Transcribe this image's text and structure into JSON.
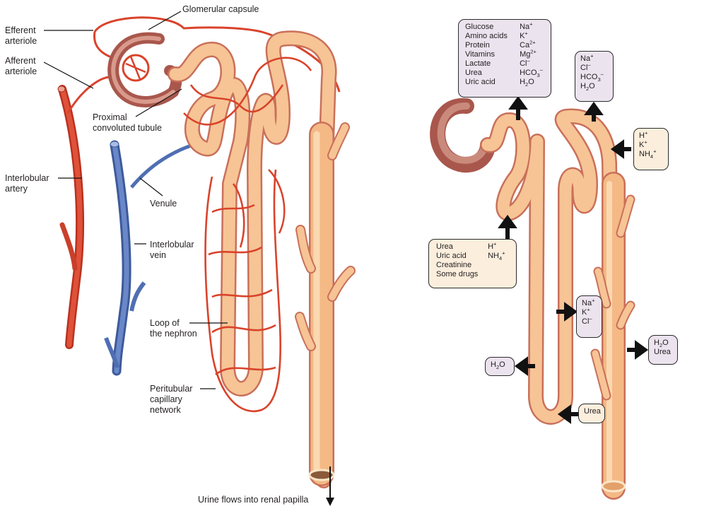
{
  "left_panel": {
    "labels": {
      "glomerular_capsule": "Glomerular capsule",
      "efferent_arteriole": "Efferent\narteriole",
      "afferent_arteriole": "Afferent\narteriole",
      "proximal_convoluted_tubule": "Proximal\nconvoluted tubule",
      "interlobular_artery": "Interlobular\nartery",
      "venule": "Venule",
      "interlobular_vein": "Interlobular\nvein",
      "loop_of_nephron": "Loop of\nthe nephron",
      "peritubular_capillary_network": "Peritubular\ncapillary\nnetwork",
      "urine_flow": "Urine flows into renal papilla"
    }
  },
  "right_panel": {
    "pct_reabsorbed": {
      "direction": "reabsorption",
      "col1": [
        "Glucose",
        "Amino acids",
        "Protein",
        "Vitamins",
        "Lactate",
        "Urea",
        "Uric acid"
      ],
      "col2": [
        {
          "base": "Na",
          "sup": "+"
        },
        {
          "base": "K",
          "sup": "+"
        },
        {
          "base": "Ca",
          "sup": "2+"
        },
        {
          "base": "Mg",
          "sup": "2+"
        },
        {
          "base": "Cl",
          "sup": "–"
        },
        {
          "base": "HCO",
          "sub": "3",
          "sup": "–"
        },
        {
          "base": "H",
          "sub": "2",
          "tail": "O"
        }
      ]
    },
    "pct_secreted": {
      "direction": "secretion",
      "col1": [
        "Urea",
        "Uric acid",
        "Creatinine",
        "Some drugs"
      ],
      "col2": [
        {
          "base": "H",
          "sup": "+"
        },
        {
          "base": "NH",
          "sub": "4",
          "sup": "+"
        }
      ]
    },
    "dct_reabsorbed": {
      "direction": "reabsorption",
      "items": [
        {
          "base": "Na",
          "sup": "+"
        },
        {
          "base": "Cl",
          "sup": "–"
        },
        {
          "base": "HCO",
          "sub": "3",
          "sup": "–"
        },
        {
          "base": "H",
          "sub": "2",
          "tail": "O"
        }
      ]
    },
    "dct_secreted": {
      "direction": "secretion",
      "items": [
        {
          "base": "H",
          "sup": "+"
        },
        {
          "base": "K",
          "sup": "+"
        },
        {
          "base": "NH",
          "sub": "4",
          "sup": "+"
        }
      ]
    },
    "ascending_limb_out": {
      "direction": "reabsorption",
      "items": [
        {
          "base": "Na",
          "sup": "+"
        },
        {
          "base": "K",
          "sup": "+"
        },
        {
          "base": "Cl",
          "sup": "–"
        }
      ]
    },
    "descending_limb_out": {
      "direction": "reabsorption",
      "items": [
        {
          "base": "H",
          "sub": "2",
          "tail": "O"
        }
      ]
    },
    "loop_urea_in": {
      "direction": "secretion",
      "items": [
        {
          "base": "Urea"
        }
      ]
    },
    "collecting_duct_out": {
      "direction": "reabsorption",
      "items": [
        {
          "base": "H",
          "sub": "2",
          "tail": "O"
        },
        {
          "base": "Urea"
        }
      ]
    }
  },
  "colors": {
    "artery": "#d9432b",
    "vein": "#4f6fb3",
    "tubule_fill": "#f7c495",
    "tubule_outline": "#c9705a",
    "capsule": "#b8655a",
    "box_purple": "#ebe3ee",
    "box_cream": "#fbeedd",
    "arrow": "#111111"
  }
}
